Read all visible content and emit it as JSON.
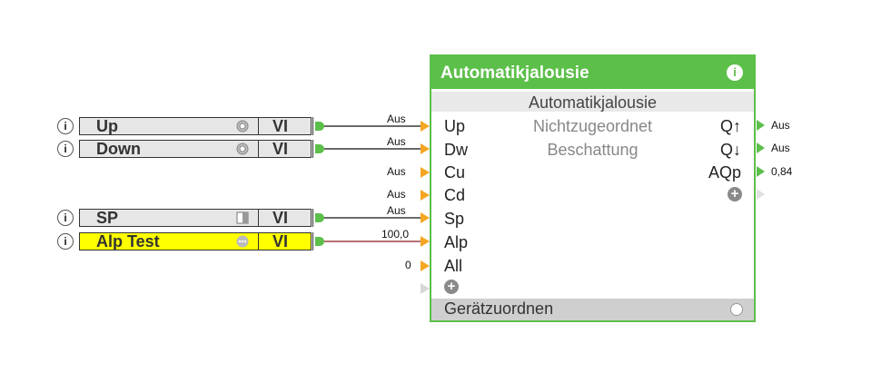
{
  "inputs": [
    {
      "name": "Up",
      "type": "VI",
      "value": "Aus",
      "icon": "radio-icon"
    },
    {
      "name": "Down",
      "type": "VI",
      "value": "Aus",
      "icon": "radio-icon"
    },
    {
      "name": "SP",
      "type": "VI",
      "value": "Aus",
      "icon": "half-square-icon"
    },
    {
      "name": "Alp Test",
      "type": "VI",
      "value": "100,0",
      "icon": "dots-icon"
    }
  ],
  "block": {
    "title": "Automatikjalousie",
    "subtitle": "Automatikjalousie",
    "status": "Nichtzugeordnet",
    "mode": "Beschattung",
    "footer_label": "Gerätzuordnen",
    "accent_color": "#5cbf4a",
    "inputs": [
      {
        "label": "Up",
        "value": "Aus"
      },
      {
        "label": "Dw",
        "value": "Aus"
      },
      {
        "label": "Cu",
        "value": "Aus"
      },
      {
        "label": "Cd",
        "value": "Aus"
      },
      {
        "label": "Sp",
        "value": "Aus"
      },
      {
        "label": "Alp",
        "value": "100,0"
      },
      {
        "label": "All",
        "value": "0"
      }
    ],
    "outputs": [
      {
        "label": "Q↑",
        "value": "Aus"
      },
      {
        "label": "Q↓",
        "value": "Aus"
      },
      {
        "label": "AQp",
        "value": "0,84"
      }
    ]
  }
}
